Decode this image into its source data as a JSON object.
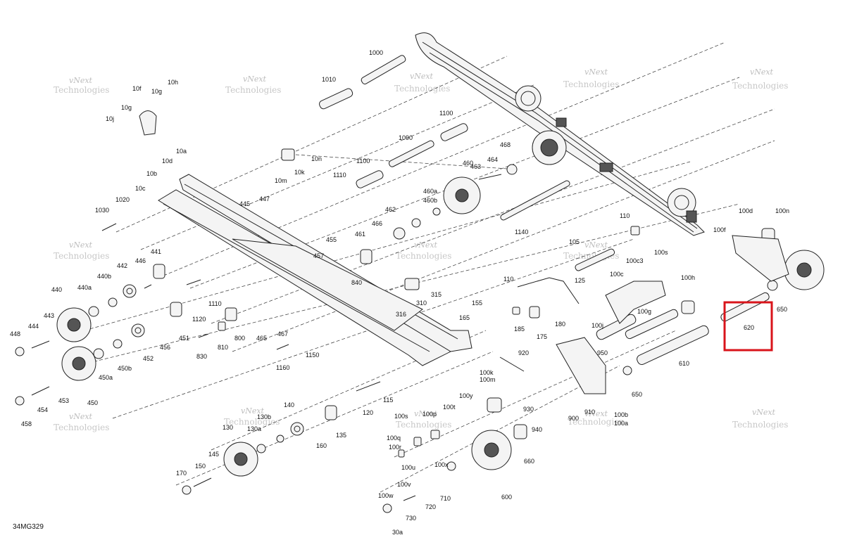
{
  "diagram_code": "34MG329",
  "watermark_line1": "vNext",
  "watermark_line2": "Technologies",
  "highlight_color": "#d9141b",
  "highlighted_part": "620",
  "labels": [
    "1000",
    "1010",
    "10h",
    "10f",
    "10g",
    "10g",
    "10j",
    "1100",
    "1090",
    "468",
    "464",
    "463",
    "460",
    "10n",
    "10k",
    "10m",
    "1100",
    "1110",
    "10a",
    "10d",
    "10b",
    "10c",
    "1020",
    "1030",
    "445",
    "447",
    "455",
    "460b",
    "460a",
    "462",
    "466",
    "461",
    "457",
    "840",
    "110",
    "1140",
    "100d",
    "100n",
    "100f",
    "105",
    "100s",
    "100c3",
    "100c",
    "100h",
    "441",
    "446",
    "442",
    "440b",
    "440a",
    "440",
    "443",
    "444",
    "448",
    "1110",
    "1120",
    "451",
    "456",
    "452",
    "450b",
    "450a",
    "450",
    "454",
    "453",
    "458",
    "810",
    "800",
    "830",
    "465",
    "467",
    "1150",
    "1160",
    "310",
    "315",
    "316",
    "155",
    "165",
    "110",
    "125",
    "180",
    "175",
    "185",
    "100g",
    "100j",
    "920",
    "950",
    "610",
    "620",
    "650",
    "650",
    "115",
    "120",
    "140",
    "130b",
    "130a",
    "130",
    "135",
    "160",
    "170",
    "150",
    "145",
    "100k",
    "100m",
    "100y",
    "100t",
    "100p",
    "100q",
    "100r",
    "100s",
    "100u",
    "100x",
    "100v",
    "100w",
    "730",
    "720",
    "710",
    "600",
    "660",
    "930",
    "940",
    "900",
    "910",
    "100b",
    "100a",
    "30a"
  ]
}
